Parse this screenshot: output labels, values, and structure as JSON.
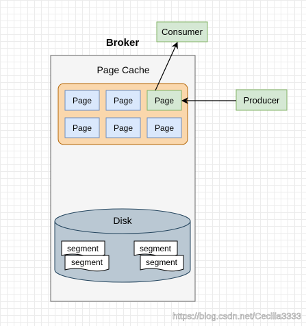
{
  "broker": {
    "title": "Broker"
  },
  "page_cache": {
    "title": "Page Cache",
    "pages": [
      "Page",
      "Page",
      "Page",
      "Page",
      "Page",
      "Page"
    ]
  },
  "consumer": {
    "label": "Consumer"
  },
  "producer": {
    "label": "Producer"
  },
  "disk": {
    "title": "Disk",
    "segments_left": [
      "segment",
      "segment"
    ],
    "segments_right": [
      "segment",
      "segment"
    ]
  },
  "watermark": "https://blog.csdn.net/Cecilia3333",
  "colors": {
    "broker_fill": "#f5f5f5",
    "broker_stroke": "#666666",
    "page_cache_fill": "#fad7ac",
    "page_cache_stroke": "#b46504",
    "page_fill": "#dae8fc",
    "page_stroke": "#6c8ebf",
    "highlight_fill": "#d5e8d4",
    "highlight_stroke": "#82b366",
    "disk_fill": "#bac8d3",
    "disk_stroke": "#23445d"
  }
}
